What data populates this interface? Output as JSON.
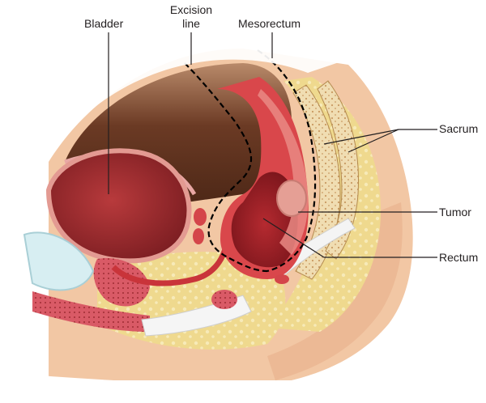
{
  "labels": {
    "bladder": "Bladder",
    "excision_line": [
      "Excision",
      "line"
    ],
    "mesorectum": "Mesorectum",
    "sacrum": "Sacrum",
    "tumor": "Tumor",
    "rectum": "Rectum"
  },
  "colors": {
    "skin": "#f2c7a4",
    "skin_dark": "#e6a97f",
    "fat_yellow": "#efd98e",
    "tissue_red": "#c9343a",
    "tissue_dark": "#8e1f25",
    "peritoneal_brown": "#6b3a24",
    "bone": "#f3e7c7",
    "callout_line": "#231f20",
    "excision_dash": "#000000"
  }
}
